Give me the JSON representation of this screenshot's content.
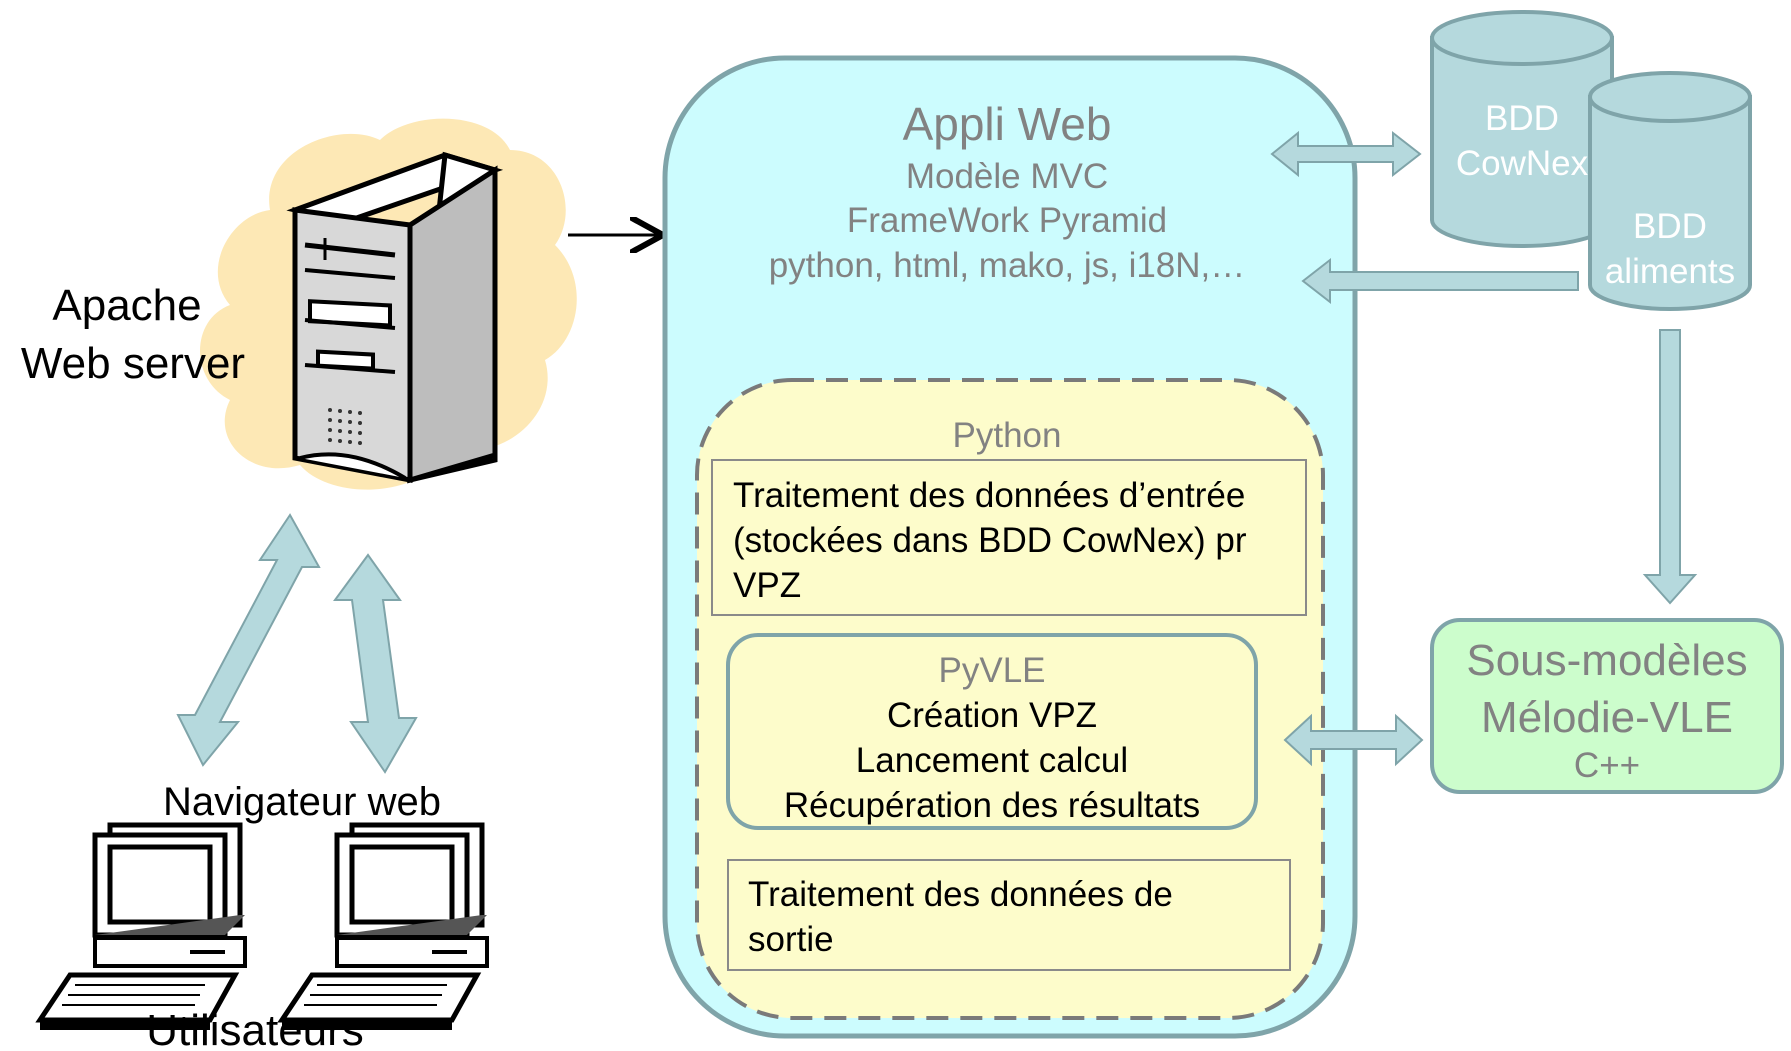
{
  "server": {
    "label_line1": "Apache",
    "label_line2": "Web server"
  },
  "clients": {
    "browser_label": "Navigateur web",
    "users_label": "Utilisateurs"
  },
  "webapp": {
    "title": "Appli Web",
    "line1": "Modèle MVC",
    "line2": "FrameWork Pyramid",
    "line3": "python, html, mako, js, i18N,…"
  },
  "python_box": {
    "title": "Python",
    "input_processing": [
      "Traitement des données d’entrée",
      "(stockées dans BDD CowNex) pr",
      "VPZ"
    ],
    "pyvle": {
      "title": "PyVLE",
      "lines": [
        "Création VPZ",
        "Lancement calcul",
        "Récupération des résultats"
      ]
    },
    "output_processing": [
      "Traitement des données de",
      "sortie"
    ]
  },
  "databases": {
    "cownex": [
      "BDD",
      "CowNex"
    ],
    "aliments": [
      "BDD",
      "aliments"
    ]
  },
  "submodels": {
    "line1": "Sous-modèles",
    "line2": "Mélodie-VLE",
    "line3": "C++"
  },
  "colors": {
    "webapp_fill": "#ccfcfe",
    "webapp_stroke": "#7fa4a9",
    "python_fill": "#fdfccb",
    "db_fill": "#b5d9dd",
    "arrow_fill": "#b5d9dd",
    "submodel_fill": "#ccfdcc",
    "cloud_fill": "#fde8b5",
    "grey_text": "#828282"
  }
}
